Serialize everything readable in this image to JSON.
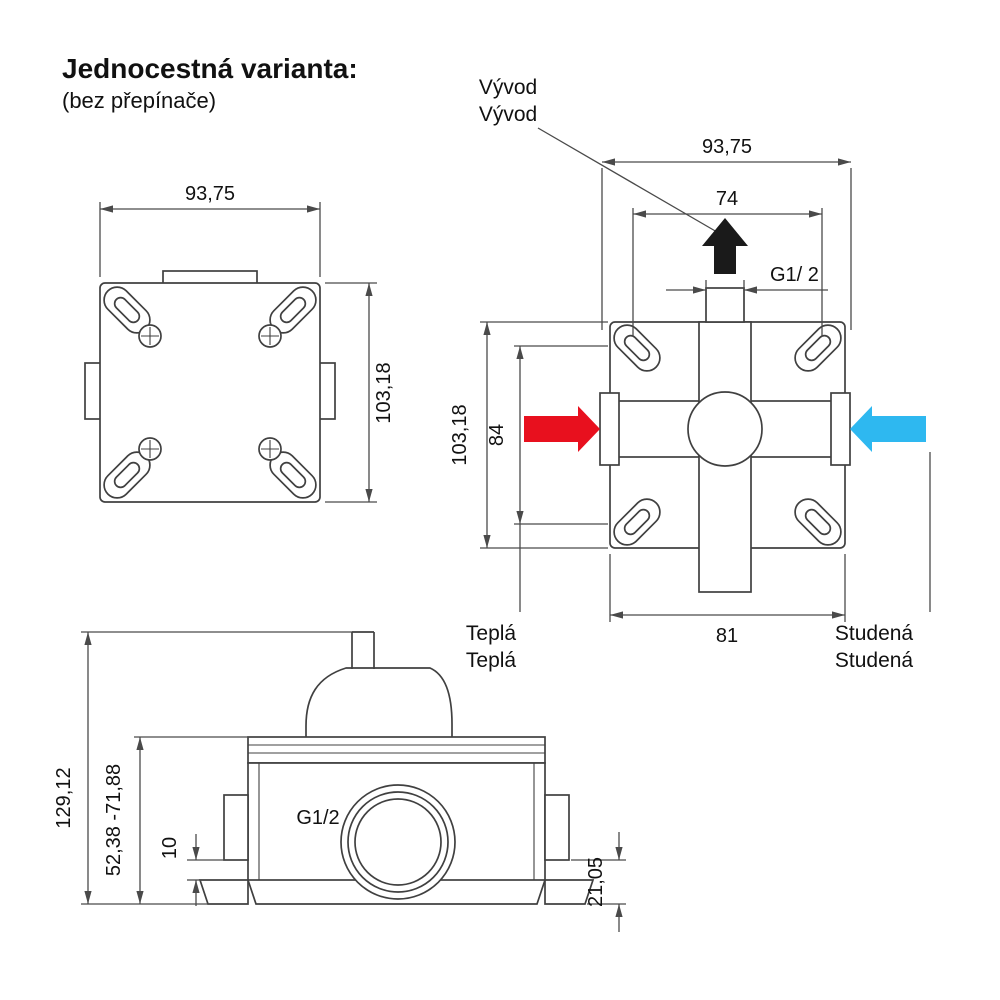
{
  "header": {
    "title": "Jednocestná varianta:",
    "subtitle": "(bez přepínače)"
  },
  "colors": {
    "hot": "#e8101e",
    "cold": "#2eb8f0",
    "outlet": "#1a1a1a"
  },
  "front_view": {
    "width": "93,75",
    "height": "103,18"
  },
  "section_view": {
    "outlet_label_line1": "Vývod",
    "outlet_label_line2": "Vývod",
    "overall_width": "93,75",
    "mount_width": "74",
    "outlet_thread": "G1/ 2",
    "overall_height": "103,18",
    "mount_height": "84",
    "body_width": "81",
    "hot_label_line1": "Teplá",
    "hot_label_line2": "Teplá",
    "cold_label_line1": "Studená",
    "cold_label_line2": "Studená"
  },
  "side_view": {
    "overall_height": "129,12",
    "install_depth_range": "52,38 -71,88",
    "step": "10",
    "inlet_thread": "G1/2",
    "foot_height": "21,05"
  }
}
